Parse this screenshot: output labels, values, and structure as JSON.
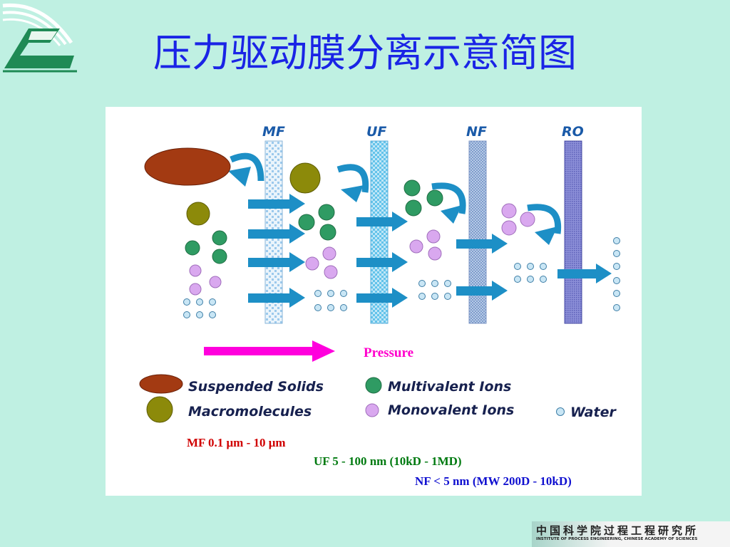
{
  "slide": {
    "title": "压力驱动膜分离示意简图"
  },
  "membranes": {
    "mf": "MF",
    "uf": "UF",
    "nf": "NF",
    "ro": "RO"
  },
  "pressure_label": "Pressure",
  "legend": {
    "suspended_solids": "Suspended Solids",
    "macromolecules": "Macromolecules",
    "multivalent_ions": "Multivalent Ions",
    "monovalent_ions": "Monovalent Ions",
    "water": "Water"
  },
  "size_ranges": {
    "mf": "MF   0.1 μm - 10 μm",
    "uf": "UF   5 - 100 nm (10kD - 1MD)",
    "nf": "NF   < 5 nm (MW 200D - 10kD)"
  },
  "institute": {
    "chinese": "中国科学院过程工程研究所",
    "english": "INSTITUTE OF PROCESS ENGINEERING, CHINESE ACADEMY OF SCIENCES"
  },
  "colors": {
    "suspended_solids": "#a33a12",
    "macromolecules": "#8c8a0a",
    "multivalent_ions": "#2f9b63",
    "monovalent_ions": "#d9a8ef",
    "water": "#c9e6f5",
    "arrow": "#1d8fc6",
    "pressure_arrow": "#ff00dd",
    "title": "#1a24e6"
  }
}
